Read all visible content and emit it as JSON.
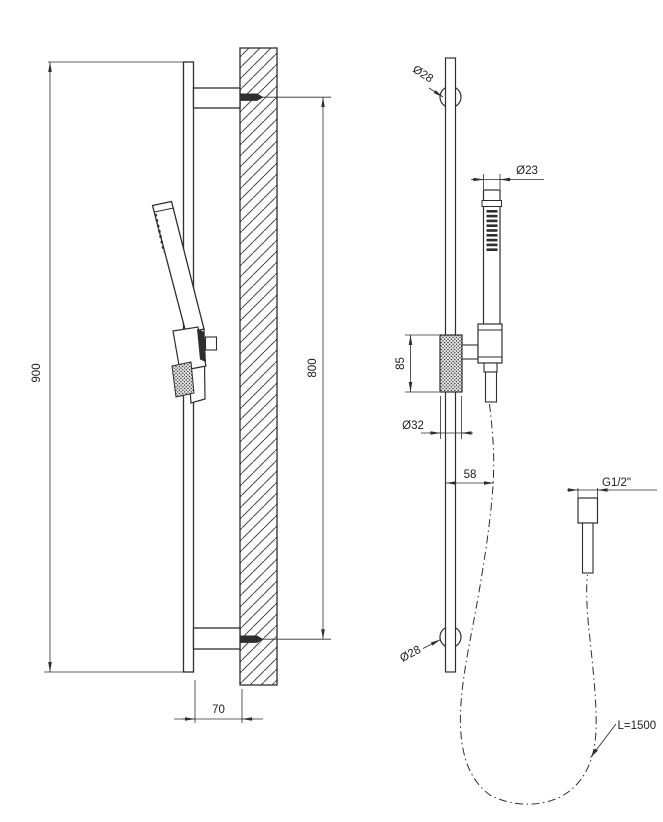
{
  "drawing": {
    "background_color": "#ffffff",
    "line_color": "#2e2e2e",
    "text_color": "#1d1d1b"
  },
  "side_view": {
    "height": "900",
    "fixing_height": "800",
    "wall_distance": "70"
  },
  "front_view": {
    "top_bracket_diameter": "Ø28",
    "handshower_diameter": "Ø23",
    "slider_height": "85",
    "slider_diameter": "Ø32",
    "handshower_offset": "58",
    "bottom_bracket_diameter": "Ø28",
    "connection_thread": "G1/2\"",
    "hose_length": "L=1500"
  }
}
